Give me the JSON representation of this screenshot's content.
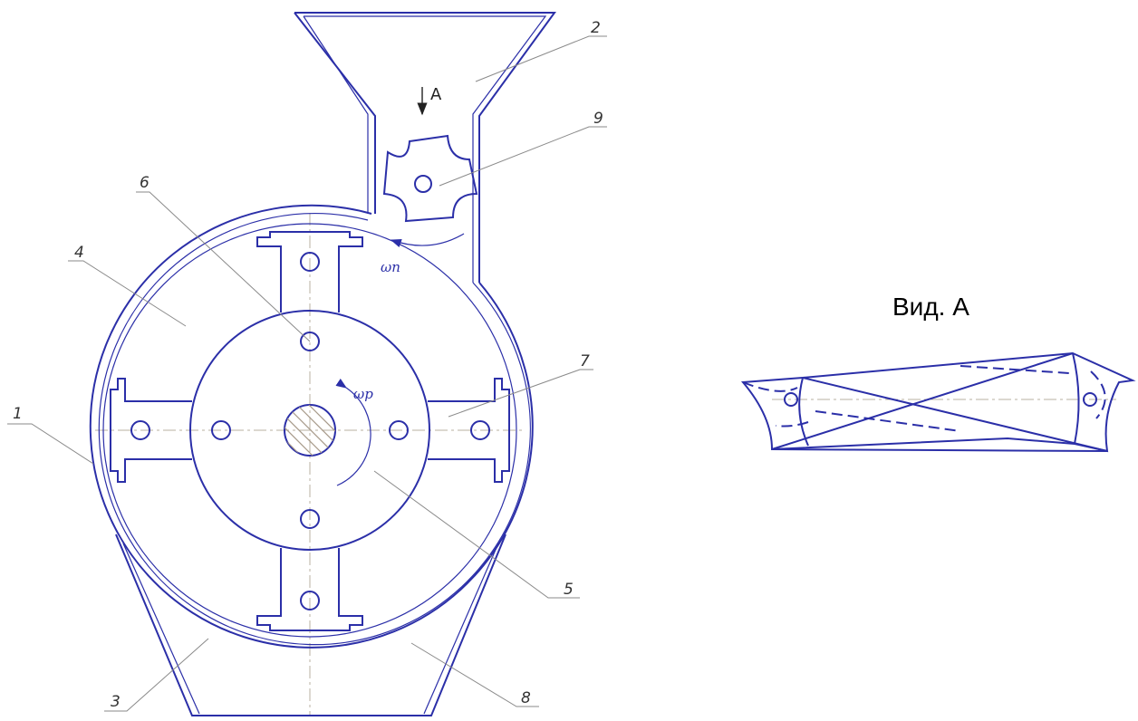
{
  "callouts": [
    {
      "label": "1"
    },
    {
      "label": "2"
    },
    {
      "label": "3"
    },
    {
      "label": "4"
    },
    {
      "label": "5"
    },
    {
      "label": "6"
    },
    {
      "label": "7"
    },
    {
      "label": "8"
    },
    {
      "label": "9"
    }
  ],
  "arrow_label": "A",
  "omega_feeder": "ωп",
  "omega_rotor": "ωр",
  "view_title": "Вид. А",
  "colors": {
    "line": "#2b2fa8",
    "leader": "#8a8a8a",
    "axis": "#b8b0a0",
    "text": "#000000"
  }
}
